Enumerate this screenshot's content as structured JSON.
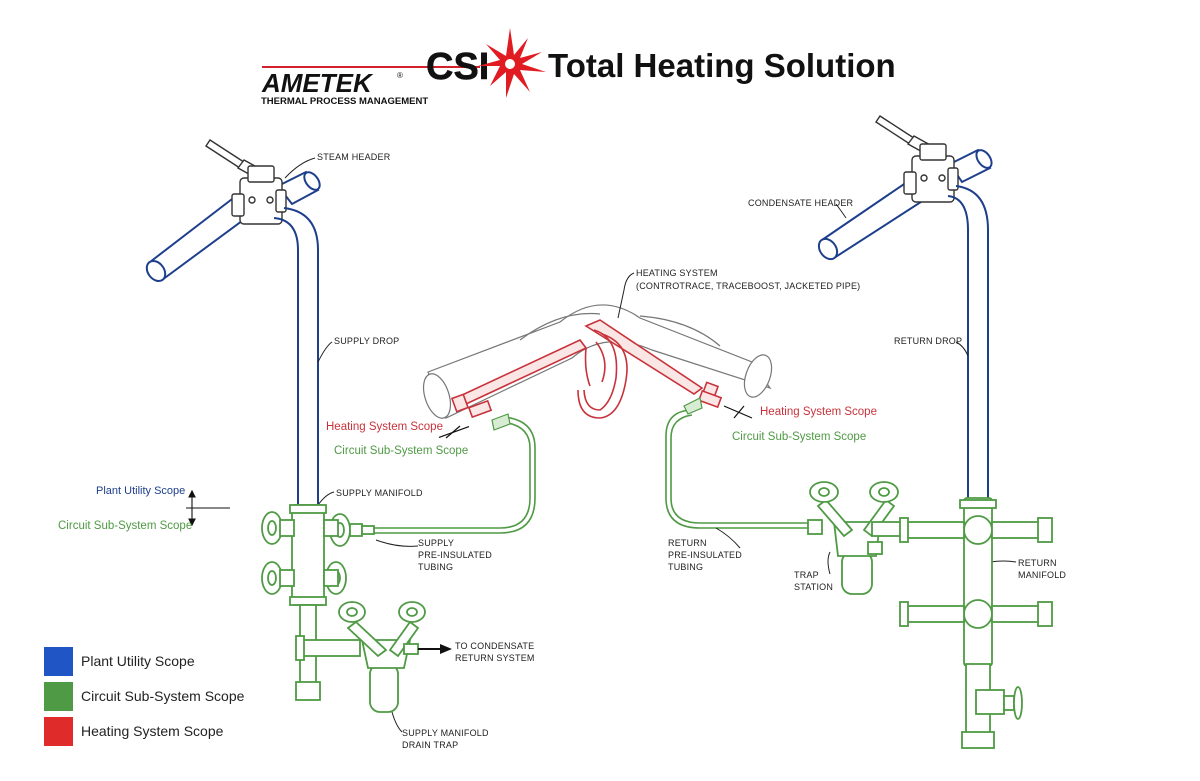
{
  "header": {
    "brand": "AMETEK",
    "brand_tm": "®",
    "brand_subtitle": "THERMAL PROCESS MANAGEMENT",
    "csi_logo": "CSI",
    "title": "Total Heating Solution"
  },
  "labels": {
    "steam_header": "STEAM HEADER",
    "supply_drop": "SUPPLY DROP",
    "supply_manifold": "SUPPLY MANIFOLD",
    "supply_tubing": [
      "SUPPLY",
      "PRE-INSULATED",
      "TUBING"
    ],
    "to_condensate": [
      "TO CONDENSATE",
      "RETURN SYSTEM"
    ],
    "supply_drain_trap": [
      "SUPPLY MANIFOLD",
      "DRAIN TRAP"
    ],
    "heating_system": [
      "HEATING SYSTEM",
      "(CONTROTRACE, TRACEBOOST, JACKETED PIPE)"
    ],
    "condensate_header": "CONDENSATE HEADER",
    "return_drop": "RETURN DROP",
    "return_tubing": [
      "RETURN",
      "PRE-INSULATED",
      "TUBING"
    ],
    "trap_station": [
      "TRAP",
      "STATION"
    ],
    "return_manifold": [
      "RETURN",
      "MANIFOLD"
    ]
  },
  "scope_labels": {
    "heating_left": "Heating System Scope",
    "circuit_left": "Circuit Sub-System  Scope",
    "heating_right": "Heating System Scope",
    "circuit_right": "Circuit Sub-System  Scope",
    "plant_utility": "Plant Utility Scope",
    "circuit_manifold": "Circuit Sub-System  Scope"
  },
  "legend": [
    {
      "label": "Plant Utility Scope",
      "color": "#1f55c4"
    },
    {
      "label": "Circuit Sub-System  Scope",
      "color": "#4f9a44"
    },
    {
      "label": "Heating System Scope",
      "color": "#e02b2b"
    }
  ],
  "colors": {
    "blue_line": "#1e3f8c",
    "green_line": "#4f9a44",
    "red_line": "#c8333b",
    "ink": "#222222"
  }
}
